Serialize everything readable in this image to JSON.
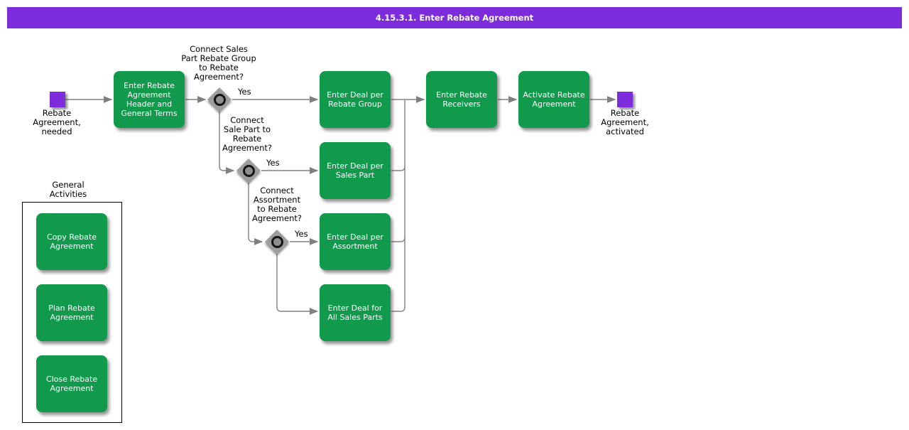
{
  "title_bar": {
    "title": "4.15.3.1. Enter Rebate Agreement"
  },
  "colors": {
    "title_bg": "#7d2cdc",
    "activity_green": "#129a4c",
    "event_purple": "#7d2cdc",
    "connector_gray": "#808080",
    "gateway_gray": "#9e9e9e"
  },
  "events": {
    "start": {
      "label": "Rebate\nAgreement,\nneeded"
    },
    "end": {
      "label": "Rebate\nAgreement,\nactivated"
    }
  },
  "activities": {
    "enter_header": {
      "label": "Enter Rebate\nAgreement\nHeader and\nGeneral Terms"
    },
    "deal_rebate_group": {
      "label": "Enter Deal per\nRebate Group"
    },
    "deal_sales_part": {
      "label": "Enter Deal per\nSales Part"
    },
    "deal_assortment": {
      "label": "Enter Deal per\nAssortment"
    },
    "deal_all_sales_parts": {
      "label": "Enter Deal for\nAll Sales Parts"
    },
    "rebate_receivers": {
      "label": "Enter Rebate\nReceivers"
    },
    "activate": {
      "label": "Activate Rebate\nAgreement"
    }
  },
  "decisions": {
    "d1": {
      "question": "Connect Sales\nPart Rebate Group\nto Rebate\nAgreement?",
      "yes_label": "Yes"
    },
    "d2": {
      "question": "Connect\nSale Part to\nRebate\nAgreement?",
      "yes_label": "Yes"
    },
    "d3": {
      "question": "Connect\nAssortment\nto Rebate\nAgreement?",
      "yes_label": "Yes"
    }
  },
  "general_activities": {
    "title": "General\nActivities",
    "items": [
      {
        "label": "Copy Rebate\nAgreement"
      },
      {
        "label": "Plan Rebate\nAgreement"
      },
      {
        "label": "Close Rebate\nAgreement"
      }
    ]
  }
}
